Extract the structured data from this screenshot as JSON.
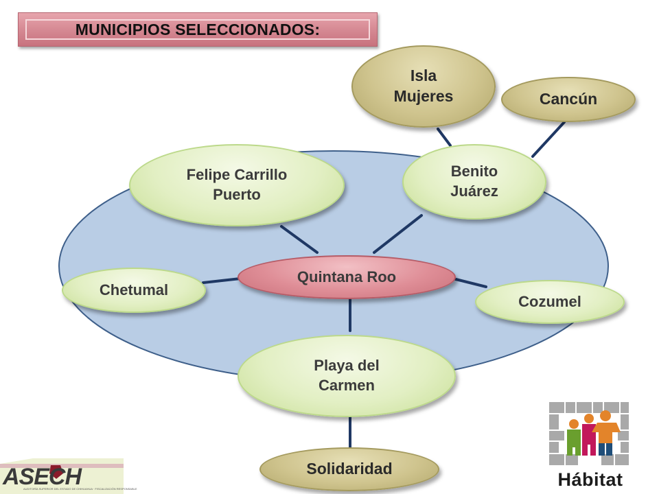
{
  "header": {
    "title": "MUNICIPIOS SELECCIONADOS:"
  },
  "diagram": {
    "center": {
      "label": "Quintana Roo"
    },
    "nodes": {
      "felipe": {
        "label_line1": "Felipe Carrillo",
        "label_line2": "Puerto"
      },
      "benito": {
        "label_line1": "Benito",
        "label_line2": "Juárez"
      },
      "isla": {
        "label_line1": "Isla",
        "label_line2": "Mujeres"
      },
      "cancun": {
        "label": "Cancún"
      },
      "chetumal": {
        "label": "Chetumal"
      },
      "cozumel": {
        "label": "Cozumel"
      },
      "playa": {
        "label_line1": "Playa del",
        "label_line2": "Carmen"
      },
      "solidaridad": {
        "label": "Solidaridad"
      }
    },
    "colors": {
      "municipality_fill": "#e2efc3",
      "city_fill": "#cfc48e",
      "state_fill": "#df8e97",
      "region_fill": "#b9cde5",
      "connector": "#1f3864"
    }
  },
  "logos": {
    "asech": {
      "word": "ASECH",
      "tagline": "AUDITORÍA SUPERIOR DEL ESTADO DE CHIHUAHUA · FISCALIZACIÓN RESPONSABLE"
    },
    "habitat": {
      "word": "Hábitat"
    }
  }
}
